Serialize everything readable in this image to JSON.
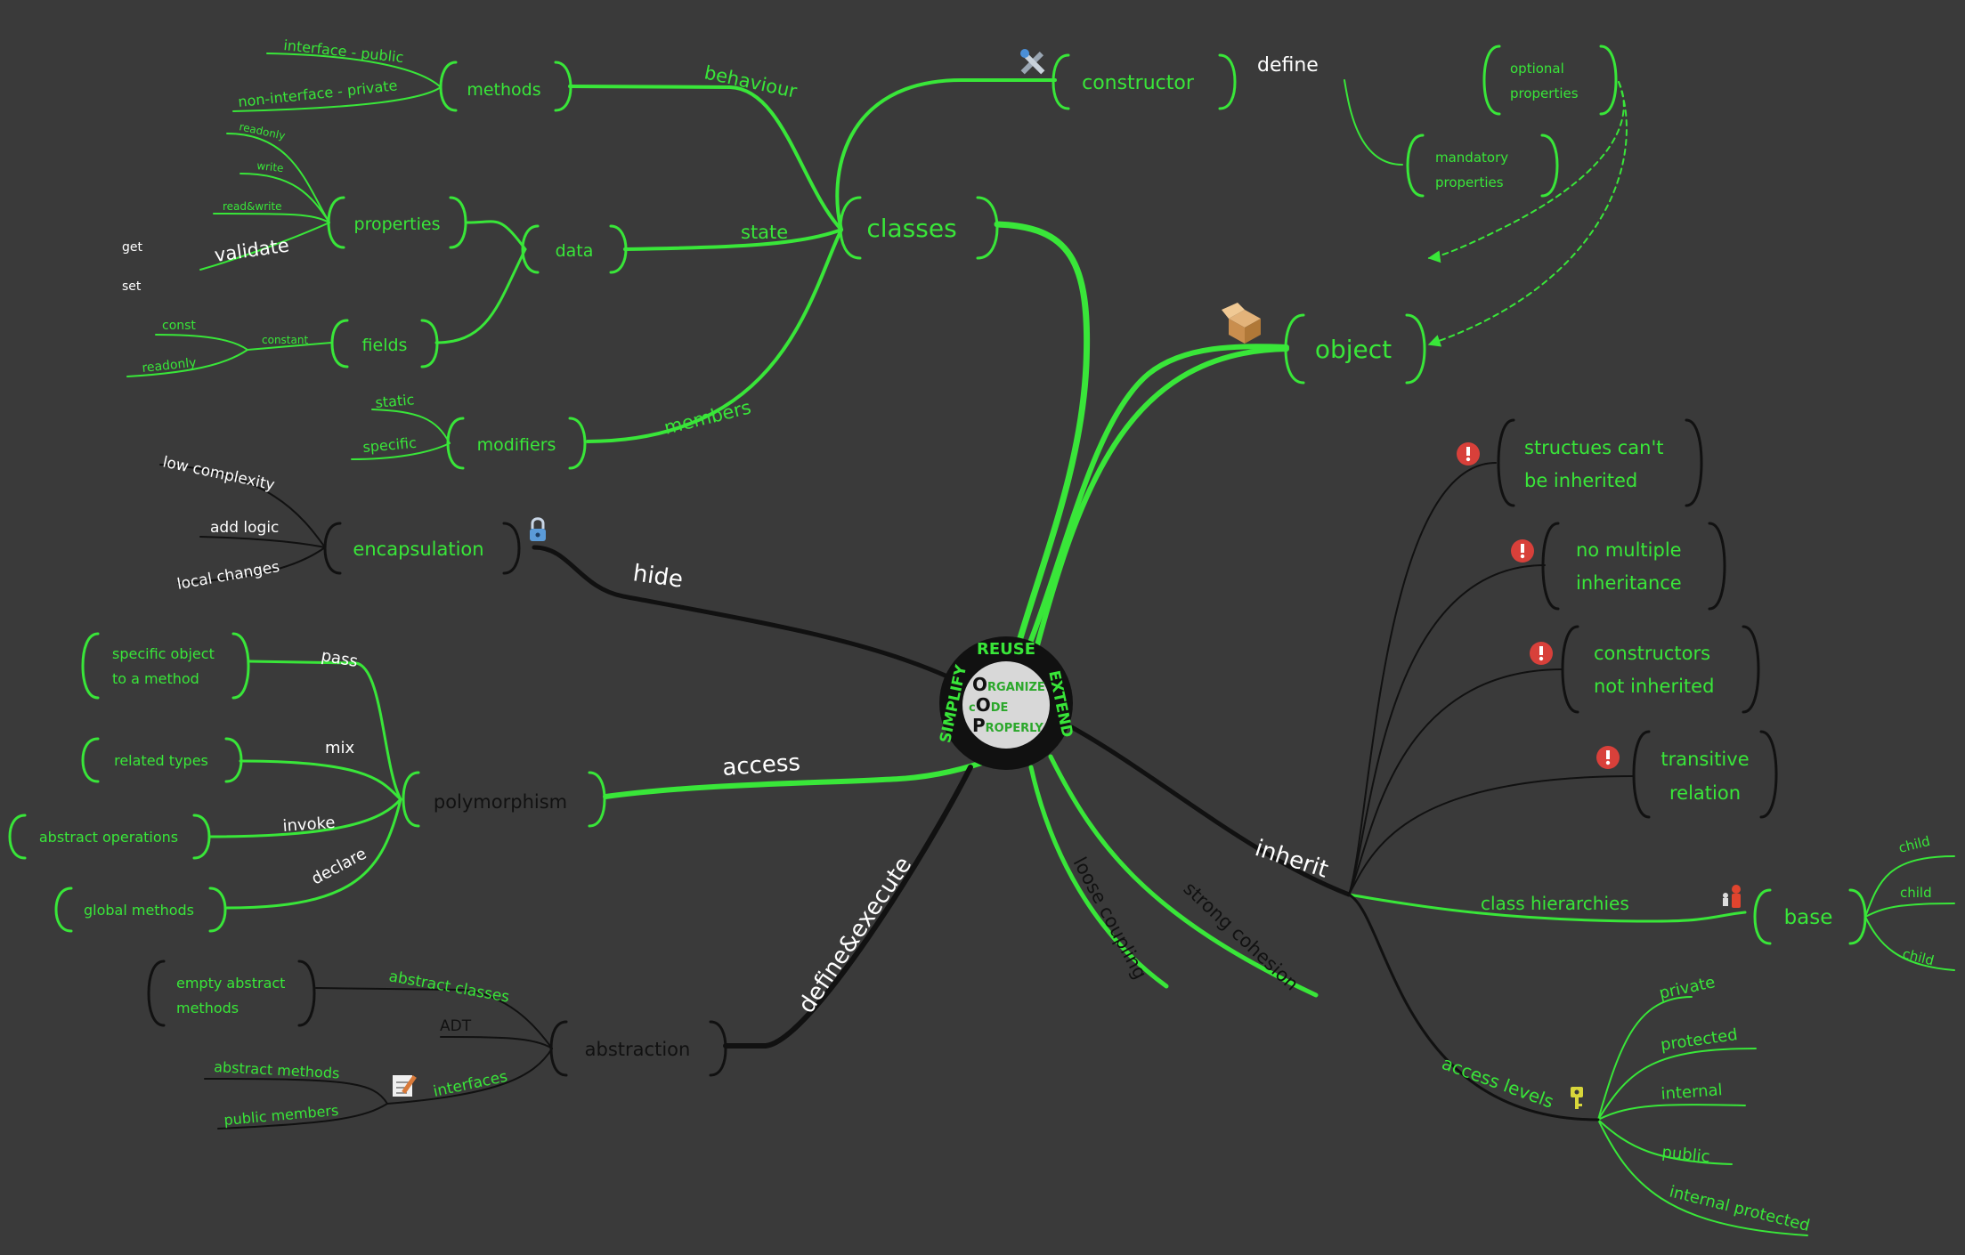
{
  "center": {
    "ring_top": "REUSE",
    "ring_left": "SIMPLIFY",
    "ring_right": "EXTEND",
    "line1_cap": "O",
    "line1_rest": "RGANIZE",
    "line2_cap": "O",
    "line2_pre": "c",
    "line2_rest": "DE",
    "line3_cap": "P",
    "line3_rest": "ROPERLY"
  },
  "classes": {
    "label": "classes",
    "behaviour": "behaviour",
    "methods": "methods",
    "interface_public": "interface - public",
    "non_interface_private": "non-interface - private",
    "state": "state",
    "data": "data",
    "properties": "properties",
    "readonly_small": "readonly",
    "write": "write",
    "readwrite": "read&write",
    "validate": "validate",
    "get": "get",
    "set": "set",
    "fields": "fields",
    "constant": "constant",
    "const": "const",
    "readonly": "readonly",
    "members": "members",
    "modifiers": "modifiers",
    "static": "static",
    "specific": "specific",
    "constructor": "constructor",
    "define": "define",
    "optional_1": "optional",
    "optional_2": "properties",
    "mandatory_1": "mandatory",
    "mandatory_2": "properties"
  },
  "object": {
    "label": "object"
  },
  "hide": {
    "label": "hide",
    "encapsulation": "encapsulation",
    "low_complexity": "low complexity",
    "add_logic": "add logic",
    "local_changes": "local changes"
  },
  "access": {
    "label": "access",
    "polymorphism": "polymorphism",
    "pass": "pass",
    "mix": "mix",
    "invoke": "invoke",
    "declare": "declare",
    "specific_object_1": "specific object",
    "specific_object_2": "to a method",
    "related_types": "related types",
    "abstract_operations": "abstract operations",
    "global_methods": "global methods"
  },
  "define_execute": {
    "label": "define&execute",
    "abstraction": "abstraction",
    "abstract_classes": "abstract classes",
    "adt": "ADT",
    "interfaces": "interfaces",
    "empty_1": "empty abstract",
    "empty_2": "methods",
    "abstract_methods": "abstract methods",
    "public_members": "public members"
  },
  "coupling": {
    "loose": "loose coupling",
    "strong": "strong cohesion"
  },
  "inherit": {
    "label": "inherit",
    "structs_1": "structues can't",
    "structs_2": "be inherited",
    "multiple_1": "no multiple",
    "multiple_2": "inheritance",
    "ctor_1": "constructors",
    "ctor_2": "not inherited",
    "trans_1": "transitive",
    "trans_2": "relation",
    "class_hierarchies": "class hierarchies",
    "base": "base",
    "child": "child",
    "access_levels": "access levels",
    "private": "private",
    "protected": "protected",
    "internal": "internal",
    "public": "public",
    "internal_protected": "internal protected"
  },
  "icons": {
    "constructor": "tools-icon",
    "object": "box-icon",
    "encapsulation": "padlock-icon",
    "warning": "warning-icon",
    "base": "person-icon",
    "access_levels": "key-icon",
    "interfaces": "notepad-icon"
  },
  "colors": {
    "background": "#3a3a3a",
    "green": "#39e639",
    "black": "#111111",
    "white": "#ffffff"
  }
}
